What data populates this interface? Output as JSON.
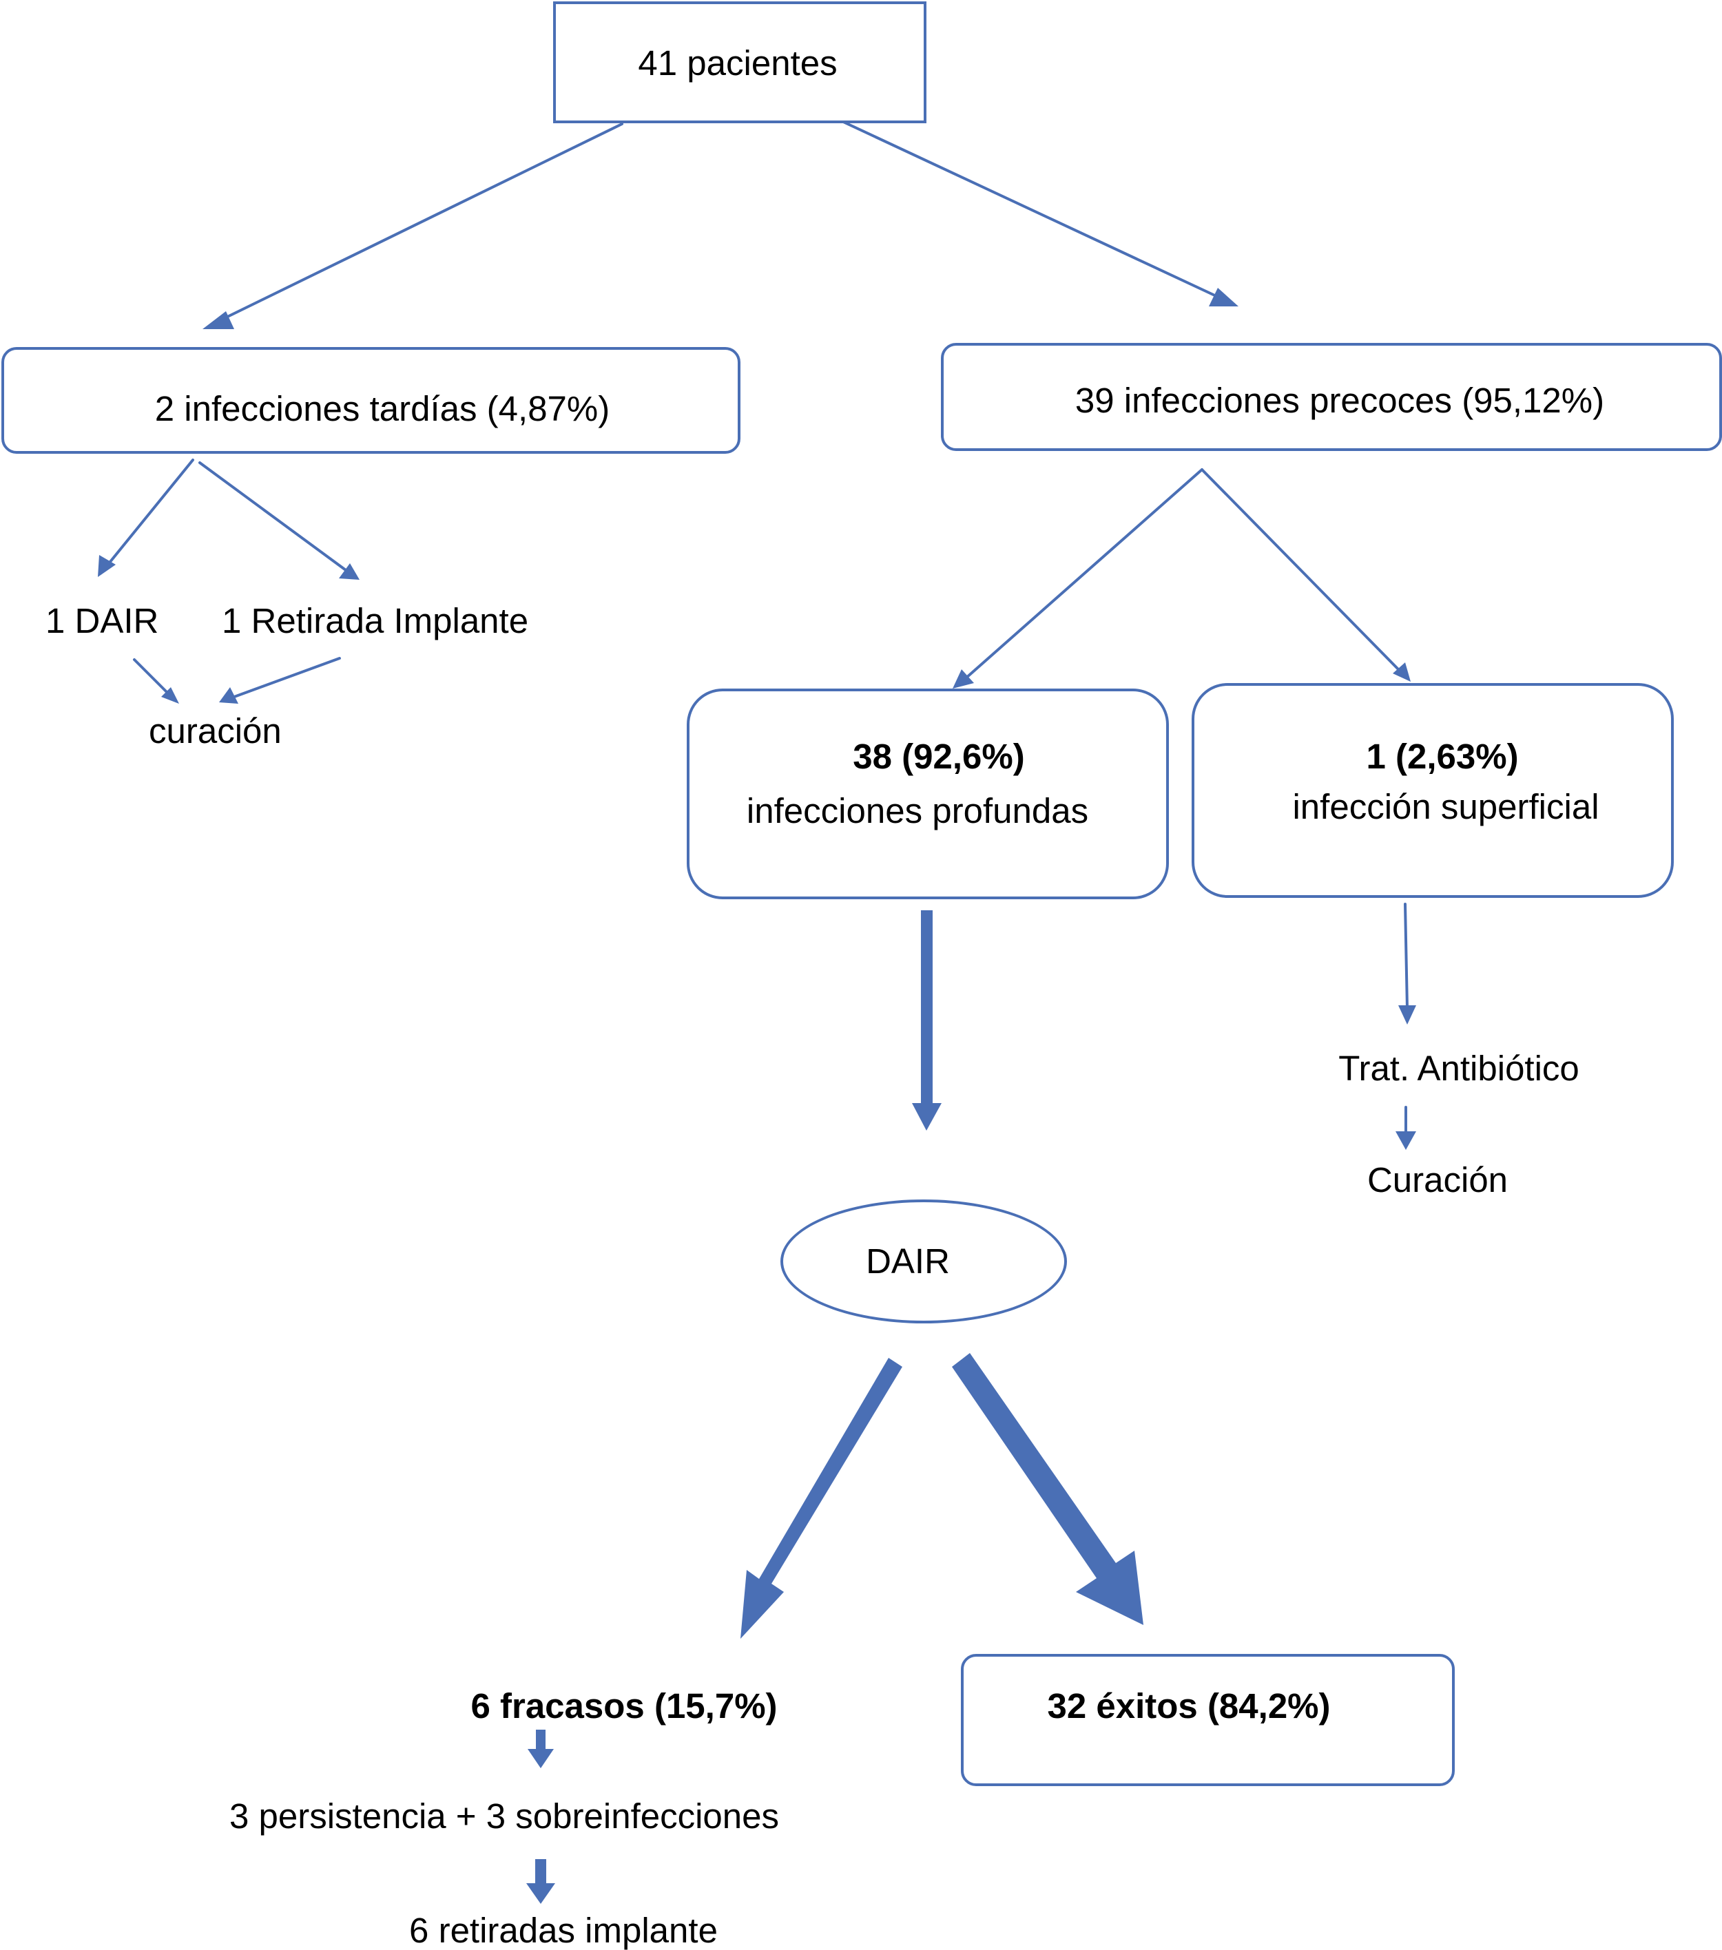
{
  "root": {
    "label": "41 pacientes"
  },
  "late": {
    "label": "2 infecciones tardías (4,87%)",
    "dair": "1 DAIR",
    "removal": "1 Retirada Implante",
    "outcome": "curación"
  },
  "early": {
    "label": "39 infecciones precoces (95,12%)"
  },
  "deep": {
    "count": "38 (92,6%)",
    "label": "infecciones profundas"
  },
  "superficial": {
    "count": "1 (2,63%)",
    "label": "infección superficial",
    "treatment": "Trat. Antibiótico",
    "outcome": "Curación"
  },
  "dair": {
    "label": "DAIR"
  },
  "failures": {
    "label": "6 fracasos (15,7%)",
    "detail": "3 persistencia +  3 sobreinfecciones",
    "result": "6 retiradas implante"
  },
  "successes": {
    "label": "32 éxitos (84,2%)"
  },
  "colors": {
    "stroke": "#4a6fb5",
    "text": "#000000"
  }
}
